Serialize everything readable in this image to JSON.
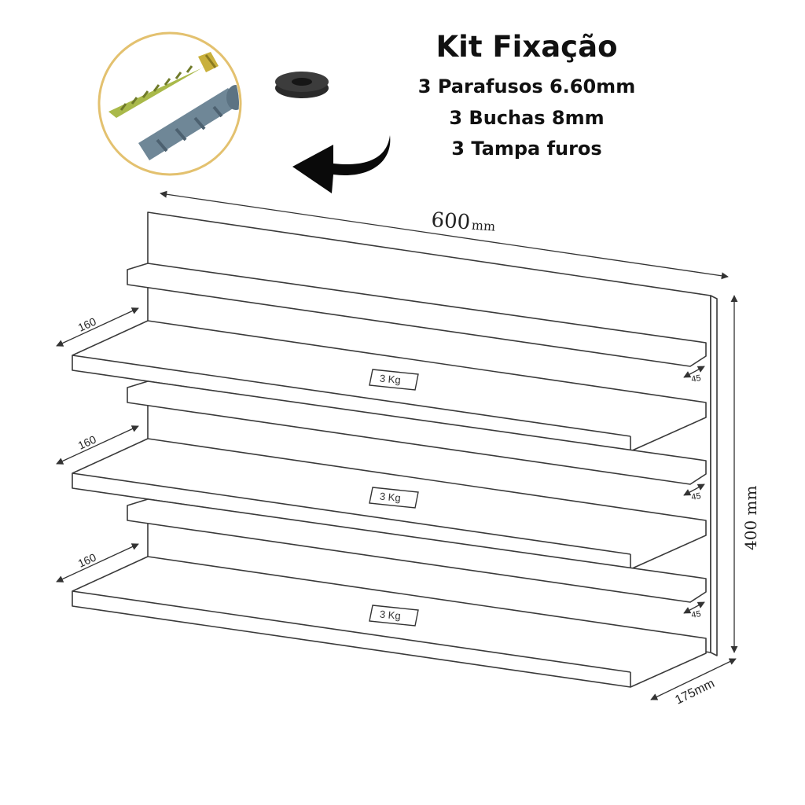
{
  "kit": {
    "title": "Kit Fixação",
    "items": [
      "3 Parafusos 6.60mm",
      "3 Buchas 8mm",
      "3 Tampa furos"
    ]
  },
  "dimensions": {
    "width_value": "600",
    "width_unit": "mm",
    "height_label": "400 mm",
    "depth_label": "175mm",
    "shelf_depth": "160",
    "lip_height": "45"
  },
  "shelf_load": "3 Kg",
  "colors": {
    "line": "#3a3a3a",
    "text": "#111111",
    "ring": "#e3c16f",
    "arrow": "#0a0a0a",
    "screw": "#a9b94a",
    "anchor": "#6f8797"
  },
  "icons": [
    "screw-icon",
    "wall-anchor-icon",
    "hole-cover-cap-icon",
    "curved-arrow-icon"
  ]
}
